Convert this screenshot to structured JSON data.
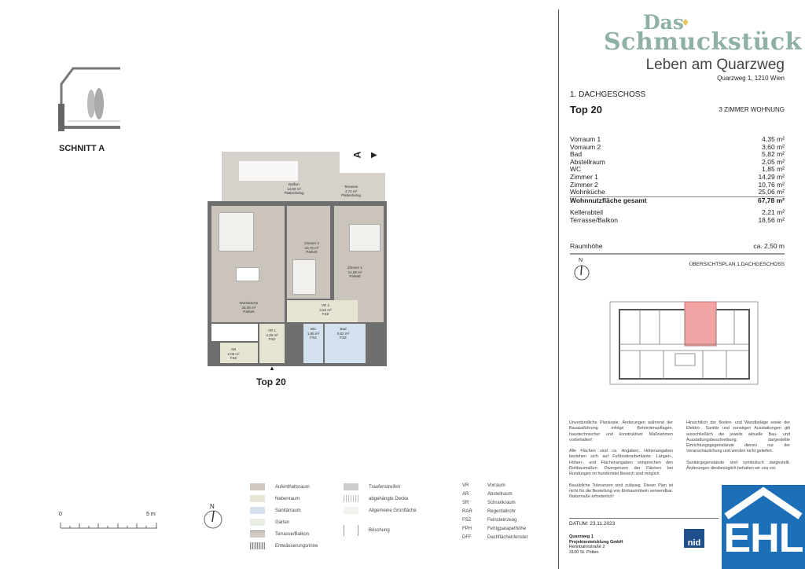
{
  "brand": {
    "line1": "Das",
    "line2": "Schmuckstück",
    "tagline": "Leben am Quarzweg",
    "address": "Quarzweg 1, 1210 Wien",
    "diamond_color": "#e2c85a",
    "brand_color": "#8fb0a6"
  },
  "unit": {
    "floor": "1. DACHGESCHOSS",
    "top": "Top 20",
    "type": "3 ZIMMER WOHNUNG"
  },
  "areas": [
    {
      "label": "Vorraum 1",
      "value": "4,35 m²"
    },
    {
      "label": "Vorraum 2",
      "value": "3,60 m²"
    },
    {
      "label": "Bad",
      "value": "5,82 m²"
    },
    {
      "label": "Abstellraum",
      "value": "2,05 m²"
    },
    {
      "label": "WC",
      "value": "1,85 m²"
    },
    {
      "label": "Zimmer 1",
      "value": "14,29 m²"
    },
    {
      "label": "Zimmer 2",
      "value": "10,76 m²"
    },
    {
      "label": "Wohnküche",
      "value": "25,06 m²"
    }
  ],
  "total": {
    "label": "Wohnnutzfläche gesamt",
    "value": "67,78 m²"
  },
  "extra": [
    {
      "label": "Kellerabteil",
      "value": "2,21 m²"
    },
    {
      "label": "Terrasse/Balkon",
      "value": "18,56 m²"
    }
  ],
  "height": {
    "label": "Raumhöhe",
    "value": "ca. 2,50 m"
  },
  "overview_title": "ÜBERSICHTSPLAN 1.DACHGESCHOSS",
  "north": "N",
  "section": {
    "title": "SCHNITT A",
    "marker": "A"
  },
  "plan": {
    "label": "Top 20",
    "rooms": [
      {
        "name": "Balkon",
        "area": "14,82 m²",
        "floor": "Plattenbelag"
      },
      {
        "name": "Terrasse",
        "area": "3,74 m²",
        "floor": "Plattenbelag"
      },
      {
        "name": "Zimmer 2",
        "area": "10,76 m²",
        "floor": "Parkett"
      },
      {
        "name": "Zimmer 1",
        "area": "14,29 m²",
        "floor": "Parkett"
      },
      {
        "name": "Wohnküche",
        "area": "25,06 m²",
        "floor": "Parkett"
      },
      {
        "name": "VR 2",
        "area": "3,60 m²",
        "floor": "FSZ"
      },
      {
        "name": "VR 1",
        "area": "4,35 m²",
        "floor": "FSZ"
      },
      {
        "name": "WC",
        "area": "1,85 m²",
        "floor": "FSZ"
      },
      {
        "name": "Bad",
        "area": "5,82 m²",
        "floor": "FSZ"
      },
      {
        "name": "AR",
        "area": "2,05 m²",
        "floor": "FSZ"
      }
    ]
  },
  "scale": {
    "start": "0",
    "end": "5 m"
  },
  "legend": {
    "fills": [
      {
        "label": "Aufenthaltsraum",
        "color": "#cfc8c0"
      },
      {
        "label": "Nebenraum",
        "color": "#e8e6d6"
      },
      {
        "label": "Sanitärraum",
        "color": "#d5e1ef"
      },
      {
        "label": "Garten",
        "color": "#e9efe6"
      },
      {
        "label": "Terrasse/Balkon",
        "color": "#cfcac4"
      },
      {
        "label": "Entwässerungsrinne",
        "color": "#aaaaaa"
      }
    ],
    "patterns": [
      {
        "label": "Traufenstreifen"
      },
      {
        "label": "abgehängte Decke"
      },
      {
        "label": "Allgemeine Grünfläche"
      },
      {
        "label": "Böschung"
      }
    ],
    "abbr": [
      {
        "code": "VR",
        "label": "Vorraum"
      },
      {
        "code": "AR",
        "label": "Abstellraum"
      },
      {
        "code": "SR",
        "label": "Schrankraum"
      },
      {
        "code": "RAR",
        "label": "Regenfallrohr"
      },
      {
        "code": "FSZ",
        "label": "Feinsteinzeug"
      },
      {
        "code": "FPH",
        "label": "Fertigparapethöhe"
      },
      {
        "code": "DFF",
        "label": "Dachflächenfenster"
      }
    ]
  },
  "disclaimer": {
    "left": [
      "Unverbindliche Plankopie. Änderungen während der Bauausführung infolge Behördenauflagen, haustechnischer und konstruktiver Maßnahmen vorbehalten!",
      "Alle Flächen sind ca. Angaben. Höhenangaben beziehen sich auf Fußbodenoberkante. Längen-, Höhen-, und Flächenangaben entsprechen den Rohbaumaßen. Divergenzen der Flächen bei Rundungen im hundertstel Bereich sind möglich.",
      "Bauübliche Toleranzen sind zulässig. Dieser Plan ist nicht für die Bestellung von Einbaumöbeln verwendbar. Naturmaße erforderlich!"
    ],
    "right": [
      "Hinsichtlich der Boden- und Wandbeläge sowie der Elektro-, Sanitär und sonstigen Ausstattungen gilt ausschließlich die jeweils aktuelle Bau- und Ausstattungsbeschreibung; dargestellte Einrichtungsgegenstände dienen nur der Veranschaulichung und werden nicht geliefert.",
      "Sanitärgegenstände sind symbolisch dargestellt. Änderungen diesbezüglich behalten wir uns vor."
    ]
  },
  "footer": {
    "date": "DATUM: 23.11.2023",
    "company": [
      "Quarzweg 1",
      "Projektentwicklung GmbH",
      "Rennbahnstraße 2",
      "3100 St. Pölten"
    ],
    "nid_logo": "nid",
    "ehl_logo": "EHL",
    "ehl_color": "#1d6fb8"
  }
}
